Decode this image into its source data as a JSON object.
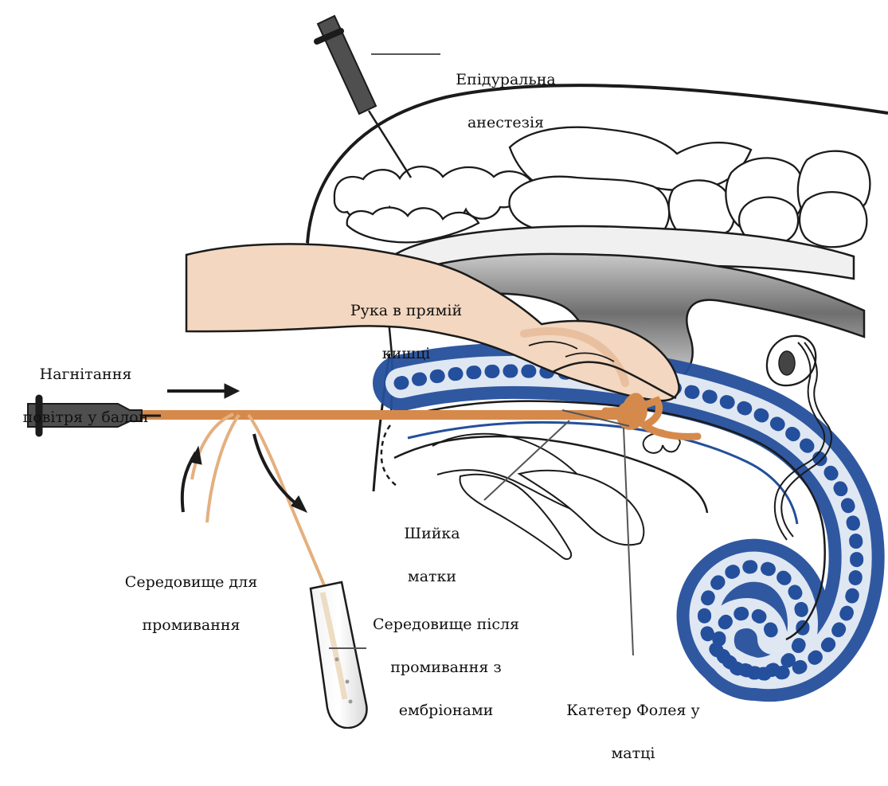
{
  "labels": {
    "epidural": [
      "Епідуральна",
      "анестезія"
    ],
    "hand_in_rectum": [
      "Рука в прямій",
      "кишці"
    ],
    "air_injection": [
      "Нагнітання",
      "повітря у балон"
    ],
    "flushing_medium": [
      "Середовище для",
      "промивання"
    ],
    "cervix": [
      "Шийка",
      "матки"
    ],
    "medium_after_flushing": [
      "Середовище після",
      "промивання з",
      "ембріонами"
    ],
    "foley_catheter": [
      "Катетер Фолея у",
      "матці"
    ]
  },
  "colors": {
    "outline": "#1b1b1b",
    "skin": "#f3d7c0",
    "skin_shadow": "#e8bf9f",
    "uterus_blue": "#244f9c",
    "uterus_light": "#dfe7f3",
    "catheter": "#d58a4c",
    "tube": "#e4b07f",
    "rectum_gray": "#7b7b7b",
    "syringe": "#4f4f4f"
  }
}
